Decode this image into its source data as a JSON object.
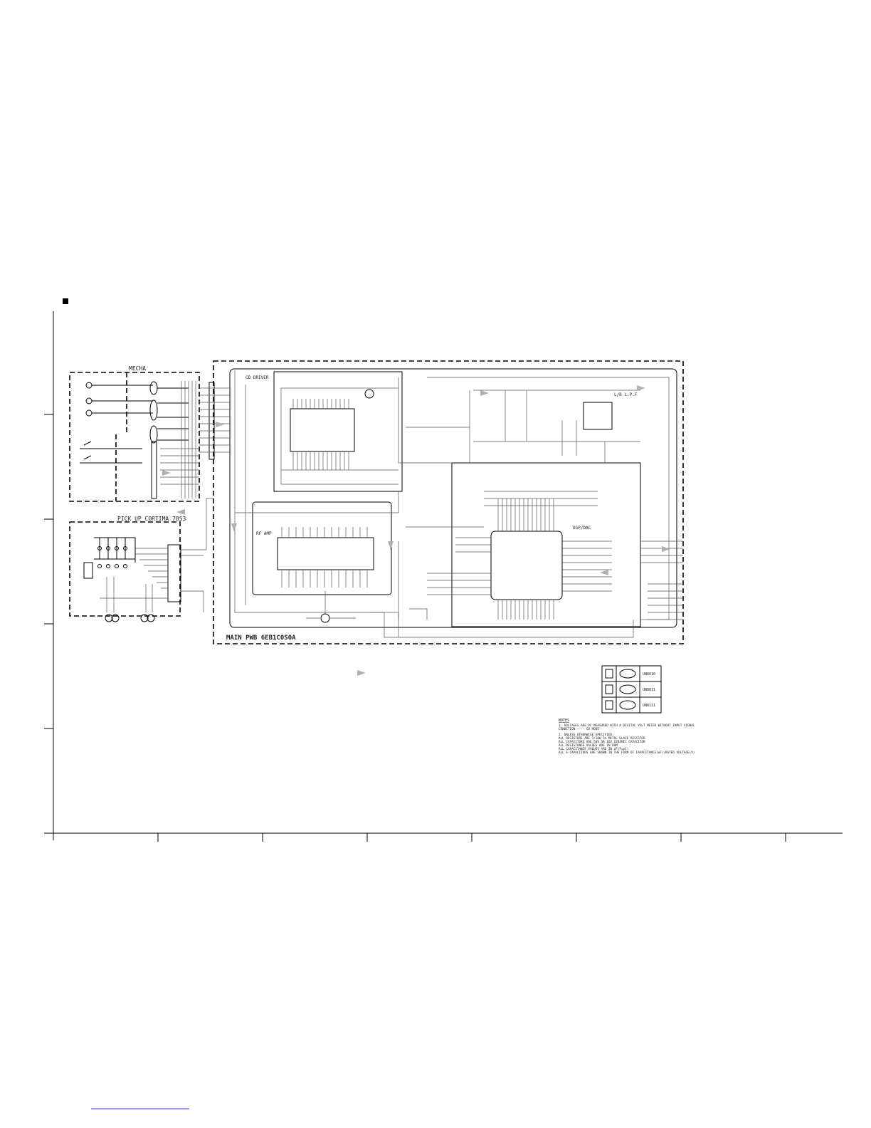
{
  "blocks": {
    "mecha": "MECHA",
    "pickup": "PICK UP  CORTIMA 7853",
    "main_pwb": "MAIN PWB  6EB1C0S0A",
    "cd_driver": "CD DRIVER",
    "rf_amp": "RF AMP",
    "dsp_dac": "DSP/DAC",
    "lpf": "L/R L.P.F"
  },
  "legend": {
    "rows": [
      {
        "part": "UN8010"
      },
      {
        "part": "UN8011"
      },
      {
        "part": "UN8111"
      }
    ]
  },
  "notes": {
    "title": "NOTES",
    "lines": [
      "1. VOLTAGES ARE DC MEASURED WITH A DIGITAL VOLT METER WITHOUT INPUT SIGNAL",
      "   CONDITION ---- CD MODE",
      "2. UNLESS OTHERWISE SPECIFIED,",
      "   ALL RESISTORS ARE 1/10W 5% METAL GLAZE RESISTOR",
      "   ALL CAPACITORS ARE 50V OR 16V CERAMIC CAPACITOR",
      "   ALL RESISTANCE VALUES ARE IN OHM",
      "   ALL CAPACITANCE VALUES ARE IN uF(P=pF)",
      "   ALL E-CAPACITORS ARE SHOWN IN THE FORM OF CAPACITANCE(uF)/RATED VOLTAGE(V)"
    ]
  },
  "colors": {
    "ink": "#000000",
    "signal_arrow": "#b0b0b0",
    "footer_link": "#2b3fd6"
  }
}
